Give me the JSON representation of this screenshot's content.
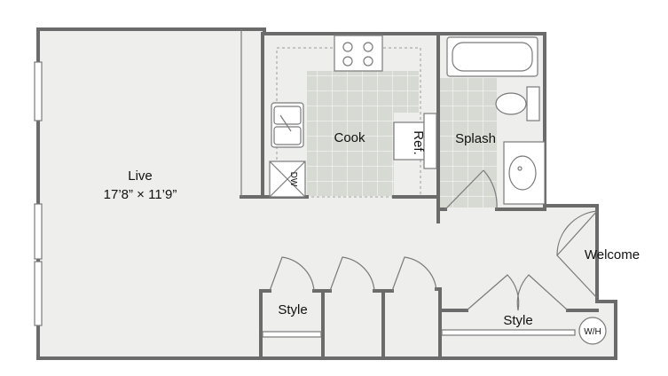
{
  "rooms": {
    "live": {
      "name": "Live",
      "dimensions": "17’8” × 11’9”"
    },
    "cook": {
      "name": "Cook"
    },
    "splash": {
      "name": "Splash"
    },
    "welcome": {
      "name": "Welcome"
    },
    "style_left": {
      "name": "Style"
    },
    "style_right": {
      "name": "Style"
    }
  },
  "appliances": {
    "refrigerator": "Ref.",
    "dishwasher": "DW",
    "water_heater": "W/H"
  },
  "colors": {
    "floor": "#eeeeed",
    "wall": "#6b6b6b",
    "tile": "#d5d8d1",
    "fixture": "#ffffff"
  }
}
